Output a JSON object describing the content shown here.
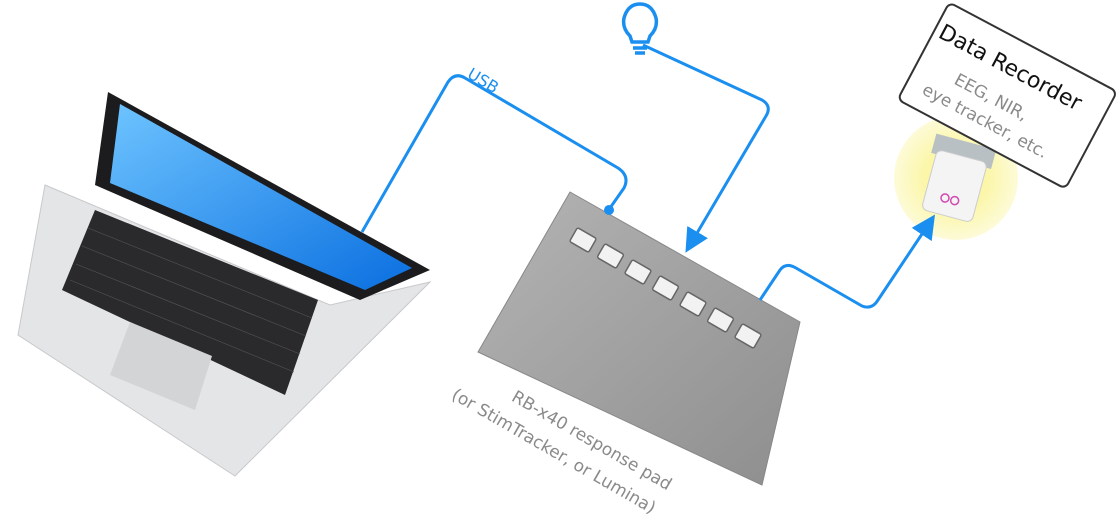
{
  "connections": {
    "usb_label": "USB"
  },
  "data_recorder": {
    "title": "Data Recorder",
    "subtitle_line1": "EEG, NIR,",
    "subtitle_line2": "eye tracker, etc."
  },
  "device": {
    "label_line1": "RB-x40 response pad",
    "label_line2": "(or StimTracker, or Lumina)"
  },
  "icons": [
    "laptop",
    "light-bulb-icon",
    "response-pad",
    "dsub-connector"
  ],
  "colors": {
    "line": "#1b8ff0",
    "label_gray": "#8a8a8a",
    "glow": "#fbf6a8",
    "screen": "#1d8ff5"
  }
}
